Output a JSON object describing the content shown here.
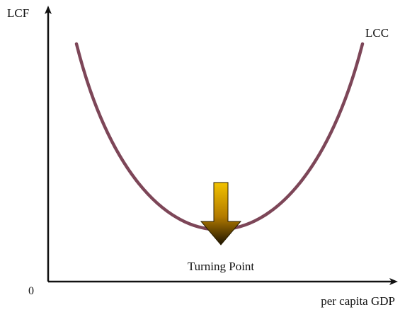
{
  "diagram": {
    "y_axis_label": "LCF",
    "x_axis_label": "per capita GDP",
    "origin_label": "0",
    "curve_label": "LCC",
    "turning_point_label": "Turning Point"
  },
  "colors": {
    "curve": "#7d4658",
    "axis": "#111111",
    "arrow_top": "#f2c200",
    "arrow_bottom": "#1e1400"
  },
  "icons": {
    "turning_point_marker": "down-arrow-icon"
  }
}
